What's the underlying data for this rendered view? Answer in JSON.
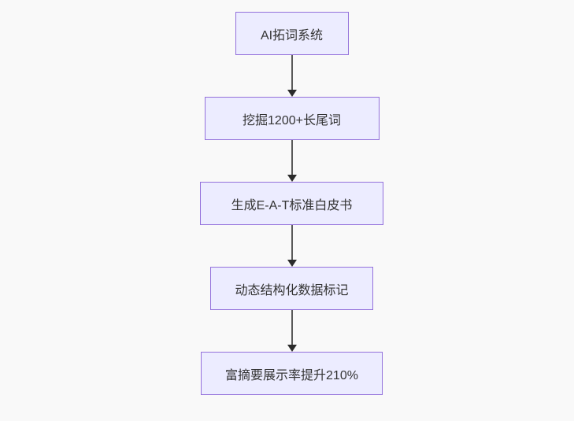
{
  "flowchart": {
    "type": "vertical-flowchart",
    "nodes": [
      {
        "id": "node-1",
        "label": "AI拓词系统"
      },
      {
        "id": "node-2",
        "label": "挖掘1200+长尾词"
      },
      {
        "id": "node-3",
        "label": "生成E-A-T标准白皮书"
      },
      {
        "id": "node-4",
        "label": "动态结构化数据标记"
      },
      {
        "id": "node-5",
        "label": "富摘要展示率提升210%"
      }
    ],
    "edges": [
      {
        "from": "node-1",
        "to": "node-2",
        "style": "arrow-down"
      },
      {
        "from": "node-2",
        "to": "node-3",
        "style": "arrow-down"
      },
      {
        "from": "node-3",
        "to": "node-4",
        "style": "arrow-down"
      },
      {
        "from": "node-4",
        "to": "node-5",
        "style": "arrow-down"
      }
    ],
    "colors": {
      "background": "#f9f9f9",
      "node_fill": "#ececff",
      "node_border": "#9370db",
      "node_text": "#333333",
      "arrow_line": "#5a5a5a",
      "arrow_head": "#2b2b2b"
    }
  }
}
